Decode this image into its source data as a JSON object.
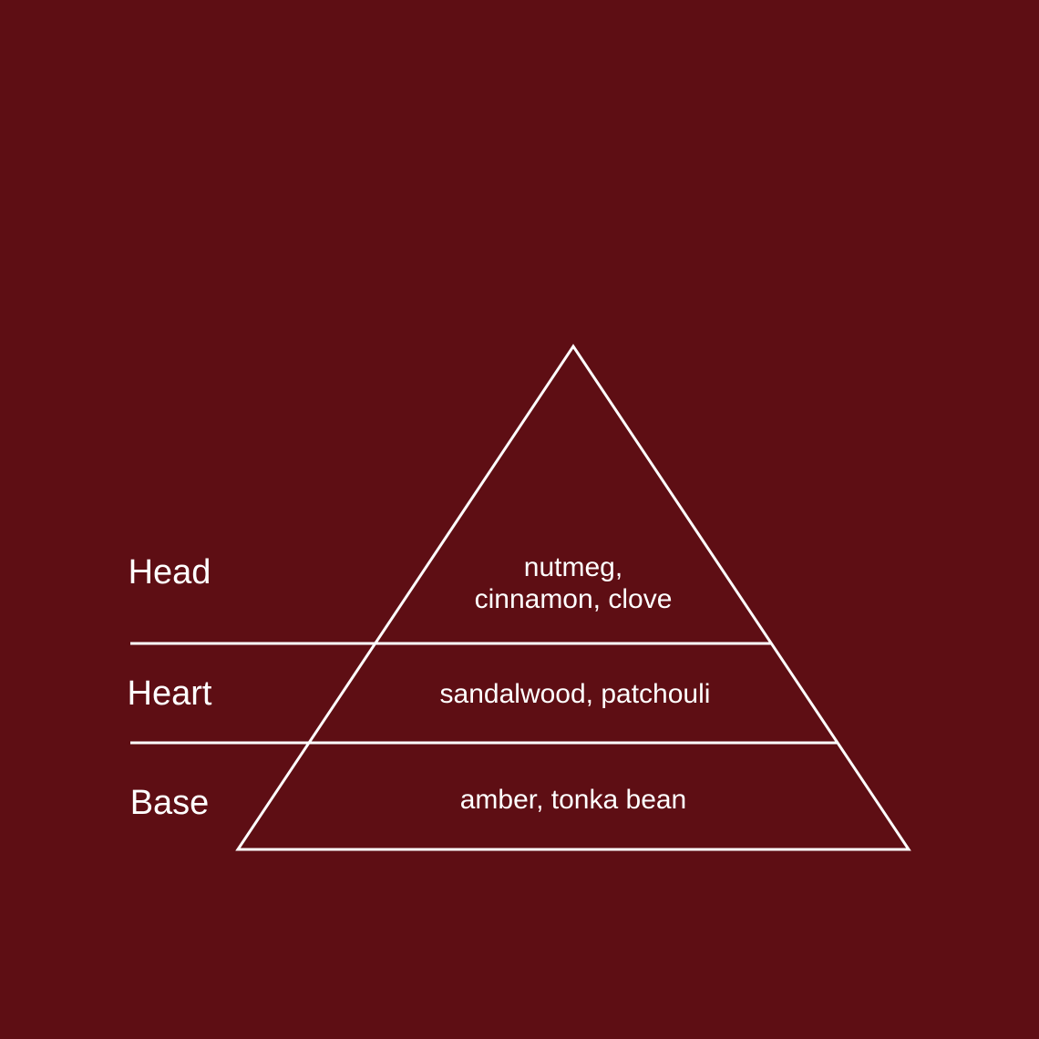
{
  "colors": {
    "background": "#5e0e14",
    "line": "#ffffff",
    "text": "#ffffff"
  },
  "pyramid": {
    "levels": [
      {
        "label": "Head",
        "notes": [
          "nutmeg,",
          "cinnamon, clove"
        ]
      },
      {
        "label": "Heart",
        "notes": [
          "sandalwood, patchouli"
        ]
      },
      {
        "label": "Base",
        "notes": [
          "amber, tonka bean"
        ]
      }
    ]
  }
}
